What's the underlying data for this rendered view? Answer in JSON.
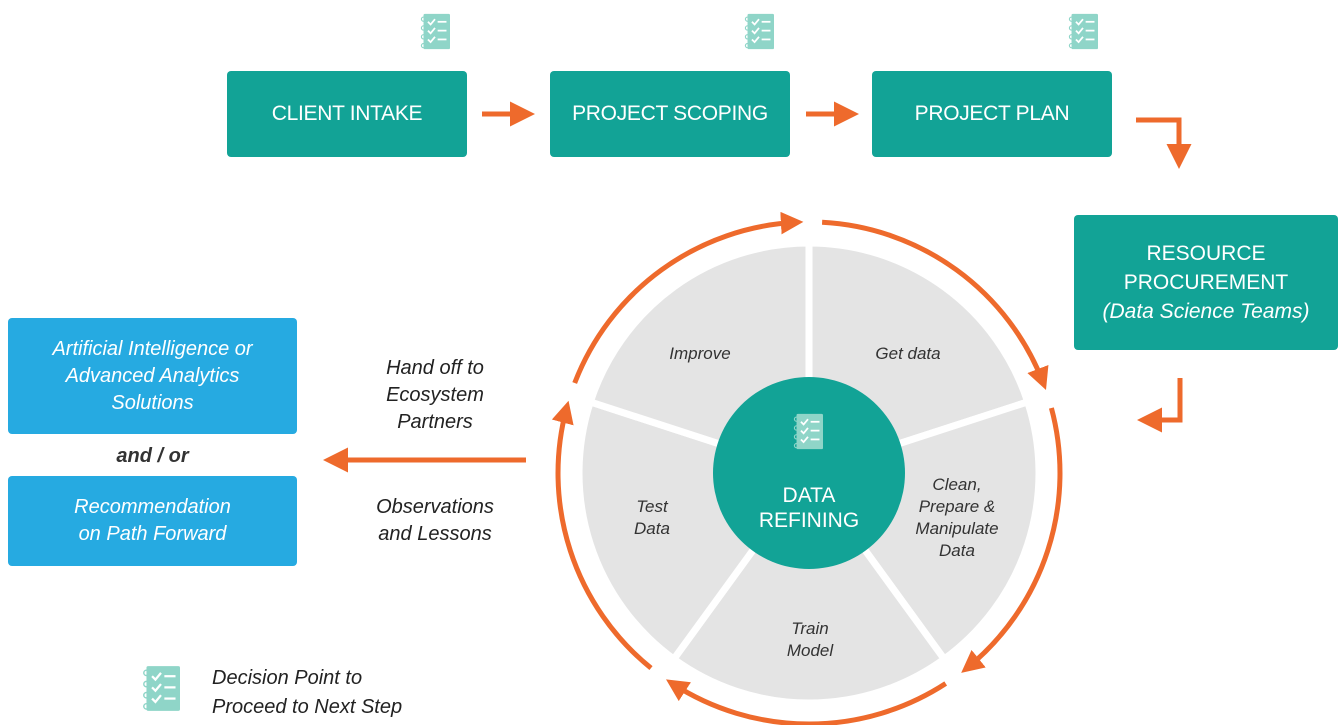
{
  "colors": {
    "teal": "#12a396",
    "blue": "#26aae1",
    "arrow_orange": "#ee6a2c",
    "segment_gray": "#e4e4e4",
    "icon_mint": "#8fd5c8"
  },
  "icons": {
    "decision": "checklist-icon"
  },
  "top_flow": {
    "step1": "CLIENT INTAKE",
    "step2": "PROJECT SCOPING",
    "step3": "PROJECT PLAN"
  },
  "resource": {
    "line1": "RESOURCE",
    "line2": "PROCUREMENT",
    "line3": "(Data Science Teams)"
  },
  "cycle": {
    "center_line1": "DATA",
    "center_line2": "REFINING",
    "segments": {
      "improve": "Improve",
      "get_data": "Get data",
      "clean_1": "Clean,",
      "clean_2": "Prepare &",
      "clean_3": "Manipulate",
      "clean_4": "Data",
      "train_1": "Train",
      "train_2": "Model",
      "test_1": "Test",
      "test_2": "Data"
    }
  },
  "handoff": {
    "line1": "Hand off to",
    "line2": "Ecosystem",
    "line3": "Partners",
    "obs_line1": "Observations",
    "obs_line2": "and Lessons"
  },
  "outputs": {
    "ai_line1": "Artificial Intelligence or",
    "ai_line2": "Advanced Analytics",
    "ai_line3": "Solutions",
    "connector": "and / or",
    "rec_line1": "Recommendation",
    "rec_line2": "on Path Forward"
  },
  "legend": {
    "line1": "Decision Point to",
    "line2": "Proceed to Next Step"
  }
}
